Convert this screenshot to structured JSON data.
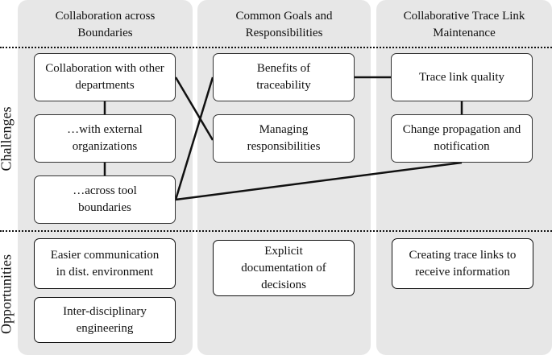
{
  "rows": {
    "challenges": "Challenges",
    "opportunities": "Opportunities"
  },
  "columns": [
    {
      "title": "Collaboration across Boundaries",
      "challenges": [
        "Collaboration with other departments",
        "…with external organizations",
        "…across tool boundaries"
      ],
      "opportunities": [
        "Easier communication in dist. environment",
        "Inter-disciplinary engineering"
      ]
    },
    {
      "title": "Common Goals and Responsibilities",
      "challenges": [
        "Benefits of traceability",
        "Managing responsibilities"
      ],
      "opportunities": [
        "Explicit documentation of decisions"
      ]
    },
    {
      "title": "Collaborative Trace Link Maintenance",
      "challenges": [
        "Trace link quality",
        "Change propagation and notification"
      ],
      "opportunities": [
        "Creating trace links to receive information"
      ]
    }
  ]
}
